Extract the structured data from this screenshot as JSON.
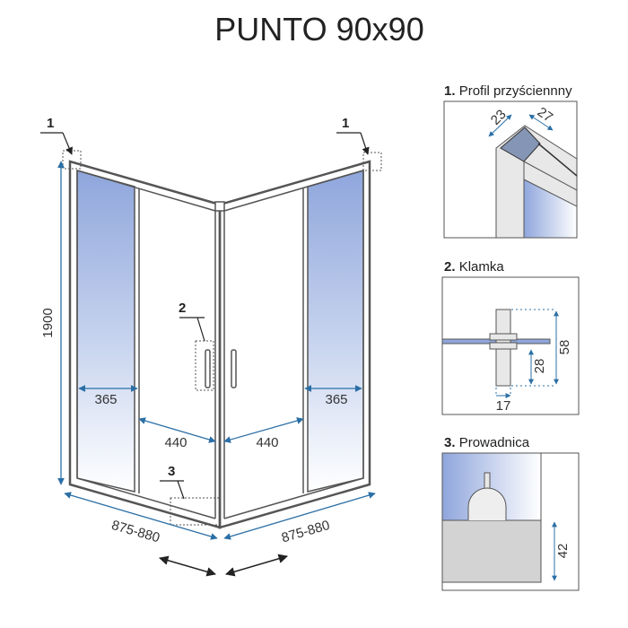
{
  "title": "PUNTO 90x90",
  "main": {
    "height": "1900",
    "width_left": "875-880",
    "width_right": "875-880",
    "fixed_left": "365",
    "fixed_right": "365",
    "door_left": "440",
    "door_right": "440",
    "callout_1": "1",
    "callout_1b": "1",
    "callout_2": "2",
    "callout_3": "3"
  },
  "details": [
    {
      "num": "1.",
      "label": "Profil przyściennny",
      "dims": [
        "23",
        "27"
      ]
    },
    {
      "num": "2.",
      "label": "Klamka",
      "dims": [
        "58",
        "28",
        "17"
      ]
    },
    {
      "num": "3.",
      "label": "Prowadnica",
      "dims": [
        "42"
      ]
    }
  ],
  "colors": {
    "glass": "#8fa6dc",
    "dimension": "#2b6fa6",
    "frame": "#555555"
  }
}
